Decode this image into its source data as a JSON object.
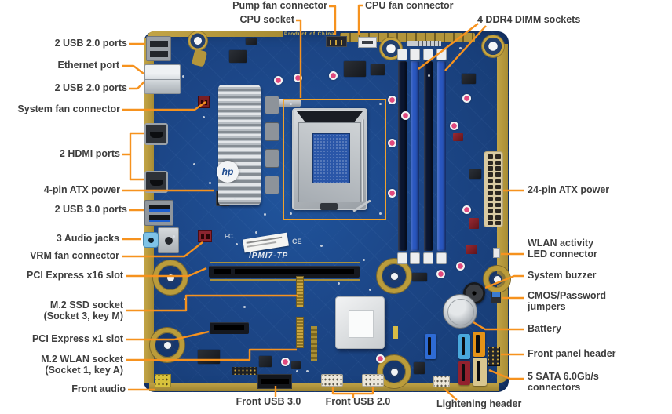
{
  "figure": {
    "type": "labeled-hardware-diagram",
    "subject": "HP IPMI7-TP motherboard component diagram"
  },
  "colors": {
    "leader_line": "#f6921e",
    "callout_box": "#f0a22a",
    "label_text": "#3e3e3e",
    "pcb_blue": "#1c4687",
    "board_edge_gold": "#b3953b",
    "dimm_black": "#0b1630",
    "dimm_blue": "#2a57c0",
    "sata_colors": [
      "#2e6bd4",
      "#49a8dc",
      "#e59317",
      "#93212e",
      "#d9c68e"
    ]
  },
  "board_silkscreen": {
    "model": "IPMI7-TP",
    "origin": "Product of China",
    "logo": "hp",
    "ce_mark": "CE",
    "fc_mark": "FC"
  },
  "callouts": [
    {
      "id": "pump_fan",
      "label": "Pump fan connector"
    },
    {
      "id": "cpu_fan",
      "label": "CPU fan connector"
    },
    {
      "id": "cpu_socket",
      "label": "CPU socket"
    },
    {
      "id": "ddr4",
      "label": "4 DDR4 DIMM sockets"
    },
    {
      "id": "usb2_top",
      "label": "2 USB 2.0 ports"
    },
    {
      "id": "ethernet",
      "label": "Ethernet port"
    },
    {
      "id": "usb2_mid",
      "label": "2 USB 2.0 ports"
    },
    {
      "id": "system_fan",
      "label": "System fan connector"
    },
    {
      "id": "hdmi",
      "label": "2 HDMI ports"
    },
    {
      "id": "atx4",
      "label": "4-pin ATX power"
    },
    {
      "id": "usb3",
      "label": "2 USB 3.0 ports"
    },
    {
      "id": "audio",
      "label": "3 Audio jacks"
    },
    {
      "id": "vrm_fan",
      "label": "VRM fan connector"
    },
    {
      "id": "pcie_x16",
      "label": "PCI Express x16 slot"
    },
    {
      "id": "m2_ssd",
      "label": "M.2 SSD socket\n(Socket 3,  key M)"
    },
    {
      "id": "pcie_x1",
      "label": "PCI Express x1 slot"
    },
    {
      "id": "m2_wlan",
      "label": "M.2 WLAN socket\n(Socket 1,  key A)"
    },
    {
      "id": "front_audio",
      "label": "Front audio"
    },
    {
      "id": "atx24",
      "label": "24-pin ATX power"
    },
    {
      "id": "wlan_led",
      "label": "WLAN activity\nLED connector"
    },
    {
      "id": "buzzer",
      "label": "System buzzer"
    },
    {
      "id": "cmos",
      "label": "CMOS/Password\njumpers"
    },
    {
      "id": "battery",
      "label": "Battery"
    },
    {
      "id": "front_panel",
      "label": "Front panel header"
    },
    {
      "id": "sata",
      "label": "5 SATA 6.0Gb/s\nconnectors"
    },
    {
      "id": "front_usb3",
      "label": "Front USB 3.0"
    },
    {
      "id": "front_usb2",
      "label": "Front USB 2.0"
    },
    {
      "id": "lightening",
      "label": "Lightening header"
    }
  ]
}
